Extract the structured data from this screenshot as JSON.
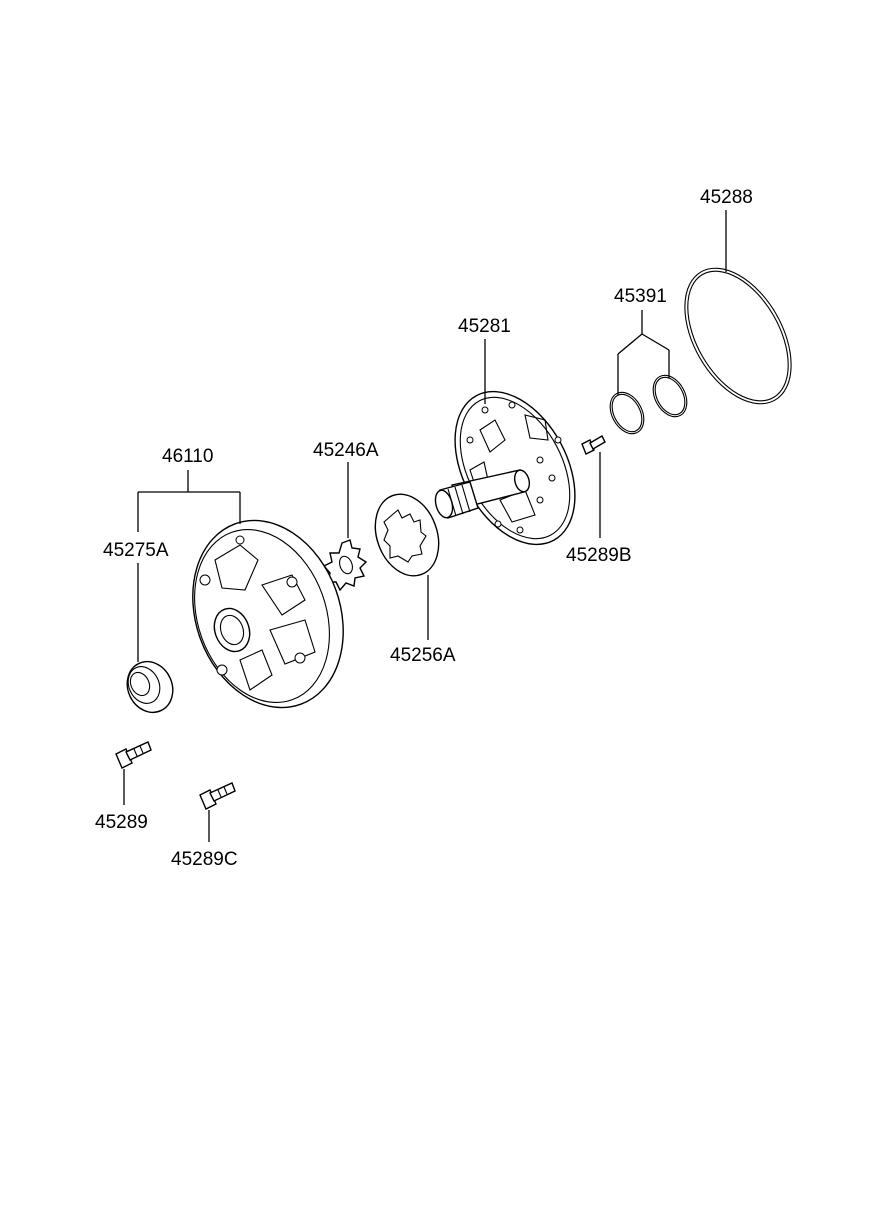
{
  "labels": {
    "p45288": "45288",
    "p45391": "45391",
    "p45281": "45281",
    "p46110": "46110",
    "p45246A": "45246A",
    "p45275A": "45275A",
    "p45289B": "45289B",
    "p45256A": "45256A",
    "p45289": "45289",
    "p45289C": "45289C"
  }
}
